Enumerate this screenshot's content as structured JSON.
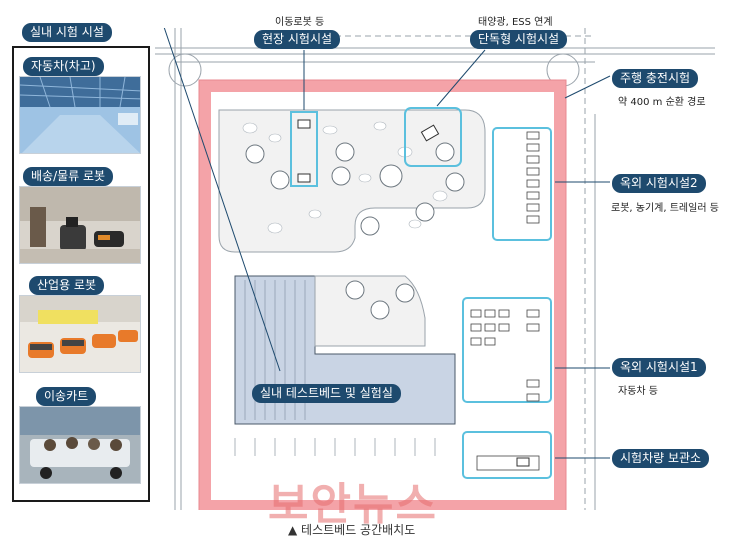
{
  "labels": {
    "indoor_facility": "실내 시험 시설",
    "vehicle_garage": "자동차(차고)",
    "delivery_robot": "배송/물류 로봇",
    "industrial_robot": "산업용 로봇",
    "transport_cart": "이송카트",
    "field_test": "현장 시험시설",
    "field_test_note": "이동로봇 등",
    "standalone_test": "단독형 시험시설",
    "standalone_note": "태양광, ESS 연계",
    "driving_test": "주행 충전시험",
    "driving_note": "약 400 m 순환 경로",
    "outdoor2": "옥외 시험시설2",
    "outdoor2_note": "로봇, 농기계, 트레일러 등",
    "outdoor1": "옥외 시험시설1",
    "outdoor1_note": "자동차 등",
    "storage": "시험차량 보관소",
    "indoor_testbed": "실내 테스트베드 및 실험실"
  },
  "watermark": "보안뉴스",
  "caption": "▲ 테스트베드 공간배치도",
  "colors": {
    "tag_bg": "#1e4a6e",
    "border_pink": "#f4a3a8",
    "highlight_cyan": "#5bc0de",
    "building_fill": "#c9d4e4"
  }
}
